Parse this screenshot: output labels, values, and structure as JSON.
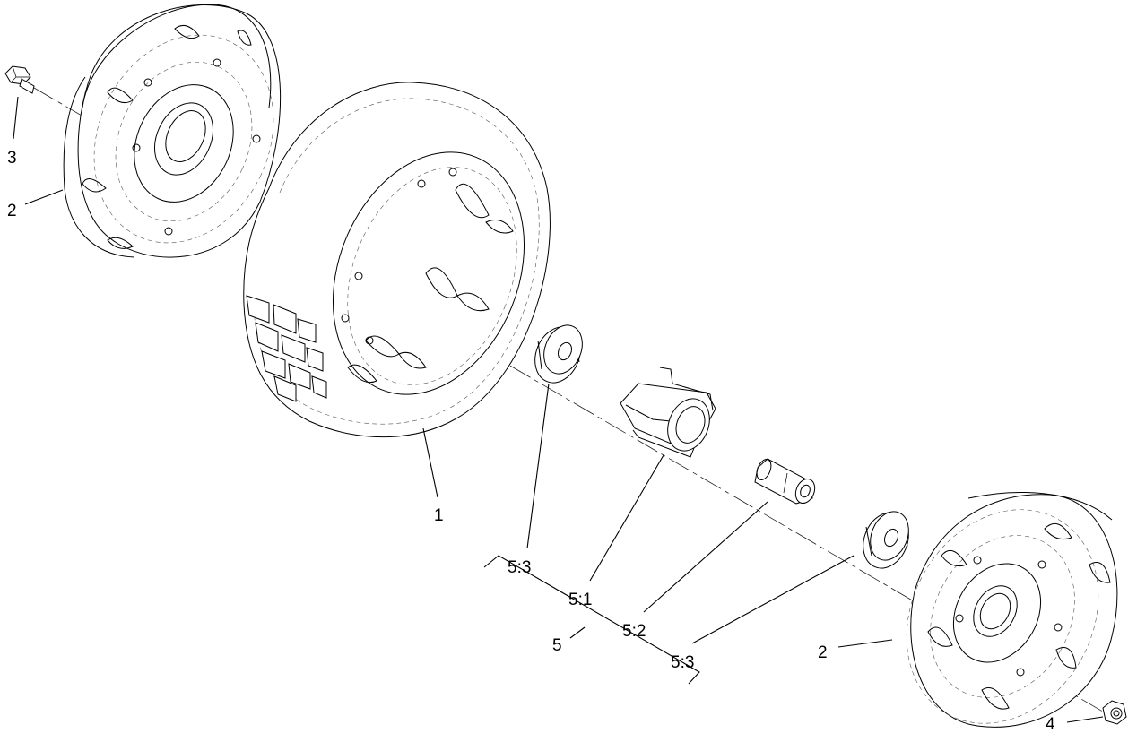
{
  "callouts": {
    "tire": "1",
    "hub_left": "2",
    "hub_right": "2",
    "bolt": "3",
    "nut": "4",
    "bearing_kit": "5",
    "bearing_housing": "5:1",
    "spacer": "5:2",
    "washer_top": "5:3",
    "washer_bottom": "5:3"
  }
}
